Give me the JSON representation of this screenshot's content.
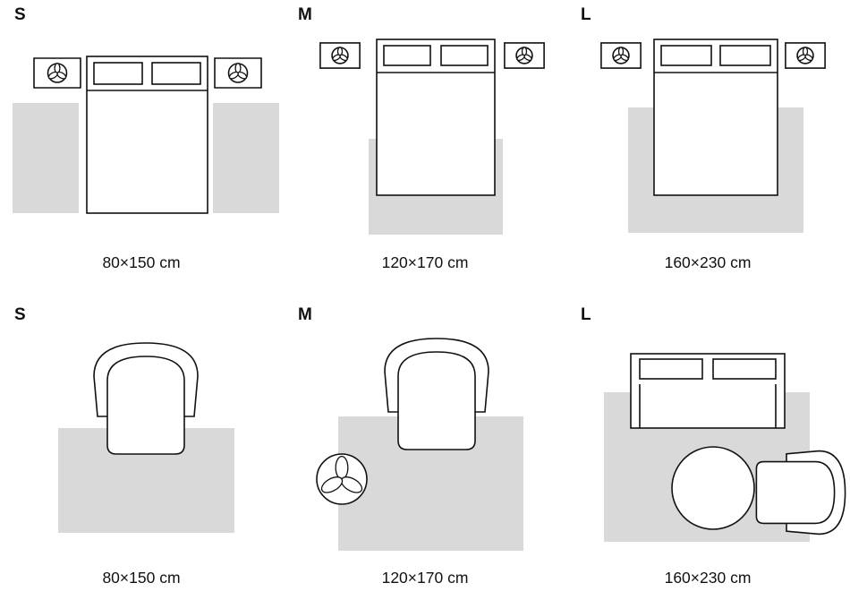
{
  "colors": {
    "rug_fill": "#d9d9d9",
    "line": "#111111",
    "background": "#ffffff"
  },
  "panels": [
    {
      "label": "S",
      "caption": "80×150 cm",
      "scene": "bedroom-two-side-runner-rugs"
    },
    {
      "label": "M",
      "caption": "120×170 cm",
      "scene": "bedroom-rug-under-foot-of-bed"
    },
    {
      "label": "L",
      "caption": "160×230 cm",
      "scene": "bedroom-large-rug-under-bed"
    },
    {
      "label": "S",
      "caption": "80×150 cm",
      "scene": "living-room-armchair-small-rug"
    },
    {
      "label": "M",
      "caption": "120×170 cm",
      "scene": "living-room-armchair-rug-plant"
    },
    {
      "label": "L",
      "caption": "160×230 cm",
      "scene": "living-room-sofa-rug-table-armchair"
    }
  ]
}
